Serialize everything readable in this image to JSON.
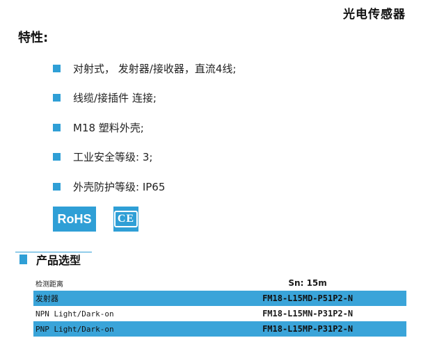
{
  "doc_title": "光电传感器",
  "features_heading": "特性:",
  "features": [
    "对射式， 发射器/接收器，直流4线;",
    "线缆/接插件 连接;",
    "M18 塑料外壳;",
    "工业安全等级: 3;",
    "外壳防护等级: IP65"
  ],
  "badges": {
    "rohs": "RoHS",
    "ce": "CE"
  },
  "selection_heading": "产品选型",
  "table": {
    "header": {
      "label": "检测距离",
      "value": "Sn: 15m"
    },
    "rows": [
      {
        "label": "发射器",
        "value": "FM18-L15MD-P51P2-N"
      },
      {
        "label": "NPN Light/Dark-on",
        "value": "FM18-L15MN-P31P2-N"
      },
      {
        "label": "PNP Light/Dark-on",
        "value": "FM18-L15MP-P31P2-N"
      }
    ]
  },
  "colors": {
    "accent": "#2f9fd6",
    "row_highlight": "#3aa4d9"
  }
}
